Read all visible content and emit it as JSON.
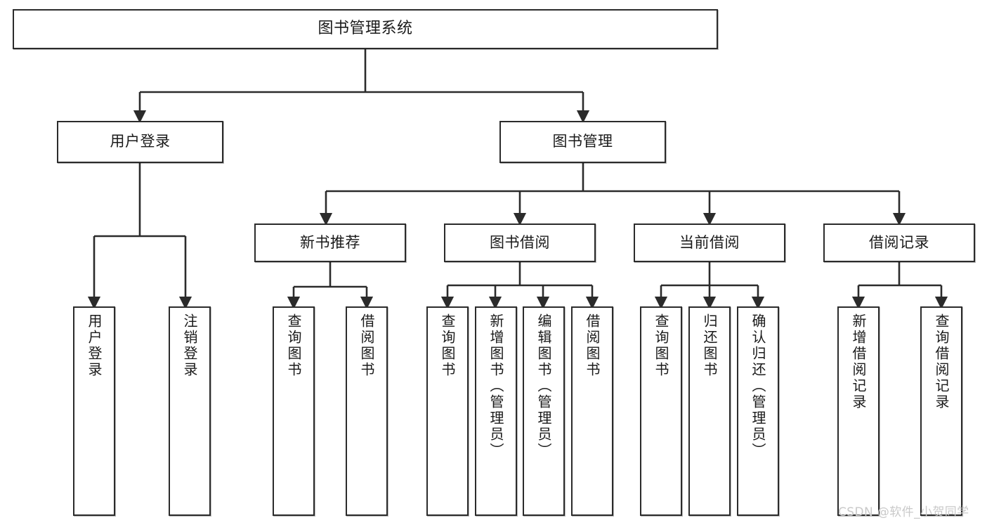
{
  "diagram": {
    "title": "图书管理系统",
    "type": "tree",
    "orientation": "top-down",
    "colors": {
      "node_border": "#2b2b2b",
      "node_fill": "#ffffff",
      "edge": "#2b2b2b",
      "text": "#1a1a1a",
      "watermark": "#c9c9c9",
      "background": "#ffffff"
    }
  },
  "root": {
    "label": "图书管理系统"
  },
  "level1": [
    {
      "id": "user-login",
      "label": "用户登录"
    },
    {
      "id": "book-manage",
      "label": "图书管理"
    }
  ],
  "level2": [
    {
      "id": "new-book-recommend",
      "label": "新书推荐",
      "parent": "book-manage"
    },
    {
      "id": "book-borrow",
      "label": "图书借阅",
      "parent": "book-manage"
    },
    {
      "id": "current-borrow",
      "label": "当前借阅",
      "parent": "book-manage"
    },
    {
      "id": "borrow-record",
      "label": "借阅记录",
      "parent": "book-manage"
    }
  ],
  "leaves": {
    "user_login": [
      {
        "id": "leaf-user-login",
        "label": "用户登录"
      },
      {
        "id": "leaf-user-logout",
        "label": "注销登录"
      }
    ],
    "new_book_recommend": [
      {
        "id": "leaf-query-book-1",
        "label": "查询图书"
      },
      {
        "id": "leaf-borrow-book-1",
        "label": "借阅图书"
      }
    ],
    "book_borrow": [
      {
        "id": "leaf-query-book-2",
        "label": "查询图书"
      },
      {
        "id": "leaf-add-book",
        "label": "新增图书（管理员）"
      },
      {
        "id": "leaf-edit-book",
        "label": "编辑图书（管理员）"
      },
      {
        "id": "leaf-borrow-book-2",
        "label": "借阅图书"
      }
    ],
    "current_borrow": [
      {
        "id": "leaf-query-book-3",
        "label": "查询图书"
      },
      {
        "id": "leaf-return-book",
        "label": "归还图书"
      },
      {
        "id": "leaf-confirm-return",
        "label": "确认归还（管理员）"
      }
    ],
    "borrow_record": [
      {
        "id": "leaf-add-borrow-record",
        "label": "新增借阅记录"
      },
      {
        "id": "leaf-query-borrow-record",
        "label": "查询借阅记录"
      }
    ]
  },
  "watermark": {
    "text": "CSDN @软件_小贺同学"
  }
}
